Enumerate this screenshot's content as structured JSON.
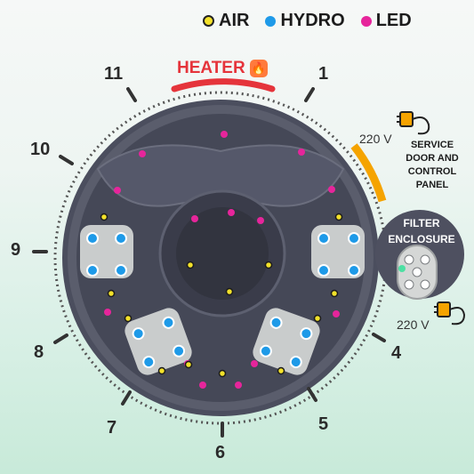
{
  "legend": {
    "air": {
      "label": "AIR",
      "color": "#f3e12a"
    },
    "hydro": {
      "label": "HYDRO",
      "color": "#1e9ae8"
    },
    "led": {
      "label": "LED",
      "color": "#e6259b"
    }
  },
  "heater": {
    "label": "HEATER",
    "icon": "flame-icon",
    "color": "#e5343b"
  },
  "clock_labels": [
    "11",
    "1",
    "10",
    "9",
    "8",
    "7",
    "6",
    "5",
    "4"
  ],
  "power_top": {
    "voltage": "220 V",
    "icon": "plug-icon"
  },
  "power_bottom": {
    "voltage": "220 V",
    "icon": "plug-icon"
  },
  "service_panel": {
    "line1": "SERVICE",
    "line2": "DOOR AND",
    "line3": "CONTROL",
    "line4": "PANEL",
    "color": "#f5a300"
  },
  "filter": {
    "line1": "FILTER",
    "line2": "ENCLOSURE",
    "icon": "filter-cartridge-icon"
  },
  "colors": {
    "tub_shell": "#4b4e5e",
    "tub_inner": "#3e4150",
    "seat_pad": "#c9cccc"
  }
}
